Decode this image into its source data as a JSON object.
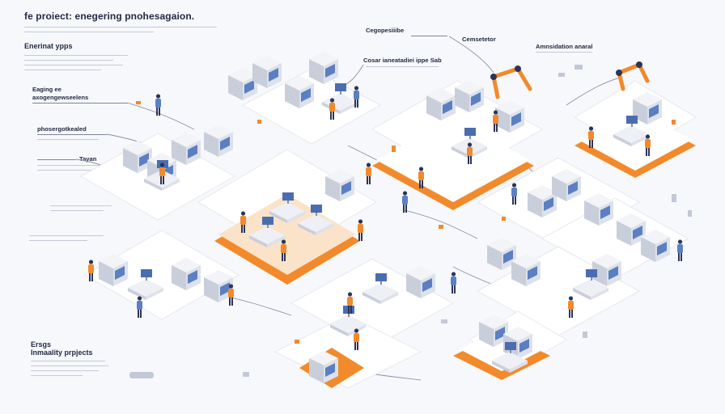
{
  "header": {
    "title": "fe proiect: enegering pnohesagaion."
  },
  "left_panel": {
    "heading": "Enerinat ypps",
    "items": [
      {
        "label": "Eaging ee"
      },
      {
        "label": "axogengewseelens"
      },
      {
        "label": "phosergotkealed"
      },
      {
        "label": "Tayan"
      }
    ],
    "footer_heading_1": "Ersgs",
    "footer_heading_2": "Inmaality prpjects"
  },
  "callouts": [
    {
      "label": "Cegopesiiibe"
    },
    {
      "label": "Cemsetetor"
    },
    {
      "label": "Amnsidation anaral"
    },
    {
      "label": "Cosar ianeatadiei ippe Sab"
    }
  ],
  "colors": {
    "accent": "#f28a2b",
    "background": "#f7f8fb",
    "platform": "#ffffff",
    "machine": "#e4e7ef",
    "screen": "#5b7fc2",
    "text": "#232a44",
    "worker_dark": "#2c3556"
  }
}
